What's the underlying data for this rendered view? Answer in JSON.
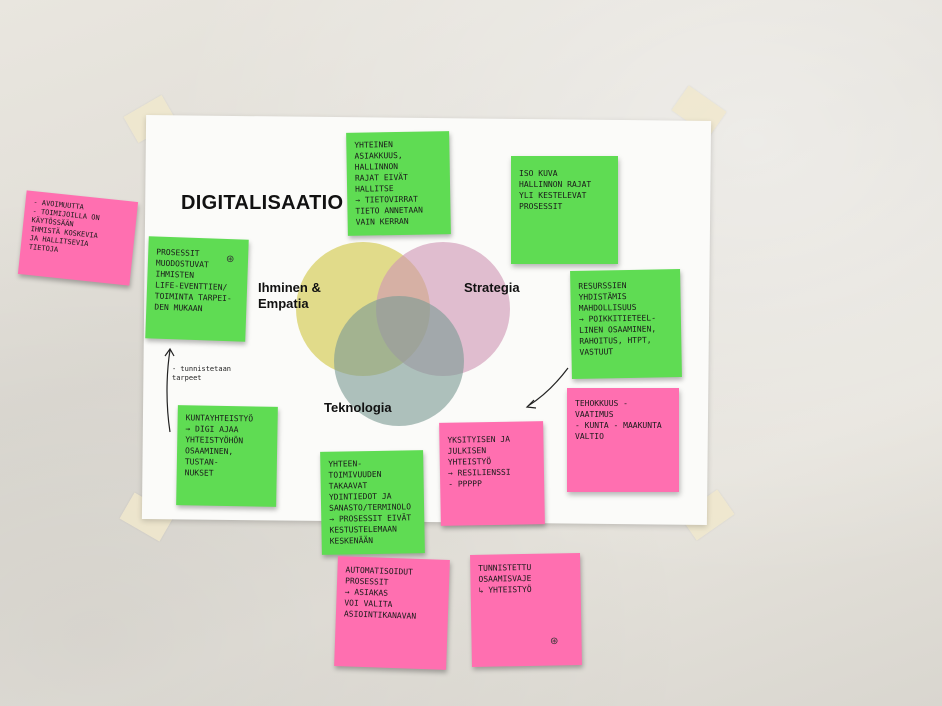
{
  "poster": {
    "title": "DIGITALISAATIO",
    "venn": {
      "left_label_line1": "Ihminen &",
      "left_label_line2": "Empatia",
      "right_label": "Strategia",
      "bottom_label": "Teknologia",
      "colors": {
        "left": "#d7cf5e",
        "right": "#cf9bb6",
        "bottom": "#8aa7a0"
      }
    }
  },
  "notes": {
    "top_center": {
      "color": "green",
      "lines": [
        "Yhteinen",
        "asiakkuus,",
        "hallinnon",
        "rajat eivät",
        "hallitse",
        "→ tietovirrat",
        "tieto annetaan",
        "vain kerran"
      ]
    },
    "top_right": {
      "color": "green",
      "lines": [
        "Iso kuva",
        "hallinnon rajat",
        "yli kestelevat",
        "prosessit"
      ]
    },
    "left_pink": {
      "color": "pink",
      "lines": [
        "- avoimuutta",
        "- toimijoilla on",
        "käytössään",
        "ihmistä koskevia",
        "ja hallitsevia",
        "tietoja"
      ]
    },
    "left_green": {
      "color": "green",
      "lines": [
        "Prosessit",
        "muodostuvat",
        "ihmisten",
        "life-eventtien/",
        "toiminta tarpei-",
        "den mukaan"
      ]
    },
    "right_green": {
      "color": "green",
      "lines": [
        "Resurssien",
        "yhdistämis",
        "mahdollisuus",
        "→ poikkitieteel-",
        "linen osaaminen,",
        "rahoitus, HTPT,",
        "vastuut"
      ]
    },
    "bottom_left_green": {
      "color": "green",
      "lines": [
        "Kuntayhteistyö",
        "→ digi ajaa",
        "yhteistyöhön",
        "osaaminen, tustan-",
        "nukset"
      ]
    },
    "bottom_center_green": {
      "color": "green",
      "lines": [
        "Yhteen-",
        "toimivuuden",
        "takaavat",
        "ydintiedot ja",
        "sanasto/terminolo",
        "→ prosessit eivät",
        "kestustelemaan",
        "keskenään"
      ]
    },
    "center_pink": {
      "color": "pink",
      "lines": [
        "Yksityisen ja",
        "julkisen",
        "yhteistyö",
        "→ resilienssi",
        "- ppppp"
      ]
    },
    "right_pink": {
      "color": "pink",
      "lines": [
        "Tehokkuus -",
        "vaatimus",
        "- kunta - maakunta",
        "valtio"
      ]
    },
    "bottom_pink_left": {
      "color": "pink",
      "lines": [
        "Automatisoidut",
        "prosessit",
        "→ asiakas",
        "voi valita",
        "asiointikanavan"
      ]
    },
    "bottom_pink_right": {
      "color": "pink",
      "lines": [
        "Tunnistettu",
        "osaamisvaje",
        "↳ yhteistyö"
      ]
    }
  },
  "handwritten": {
    "arrow_note_line1": "- tunnistetaan",
    "arrow_note_line2": "tarpeet"
  }
}
